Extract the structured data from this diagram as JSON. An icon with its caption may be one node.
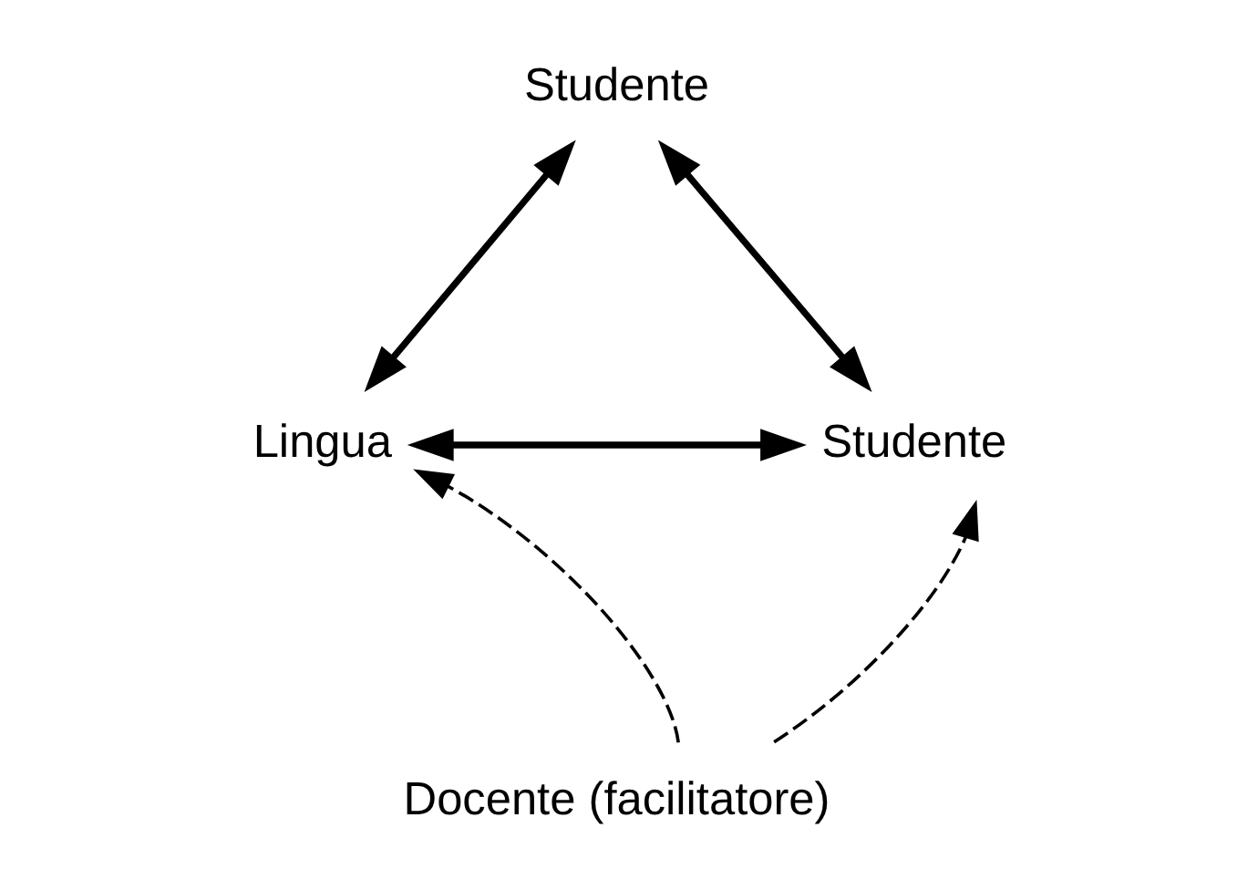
{
  "diagram": {
    "nodes": [
      {
        "text": [
          "Studente"
        ]
      },
      {
        "text": [
          "Lingua"
        ]
      },
      {
        "text": [
          "Studente"
        ]
      },
      {
        "text": [
          "Docente (facilitatore)"
        ]
      }
    ],
    "edges": [
      {
        "from": 0,
        "to": 1,
        "arrow": "both"
      },
      {
        "from": 0,
        "to": 2,
        "arrow": "both"
      },
      {
        "from": 1,
        "to": 2,
        "arrow": "both"
      },
      {
        "from": 3,
        "to": 1,
        "arrow": "to",
        "style": "dashed"
      },
      {
        "from": 3,
        "to": 2,
        "arrow": "to",
        "style": "dashed"
      }
    ]
  }
}
